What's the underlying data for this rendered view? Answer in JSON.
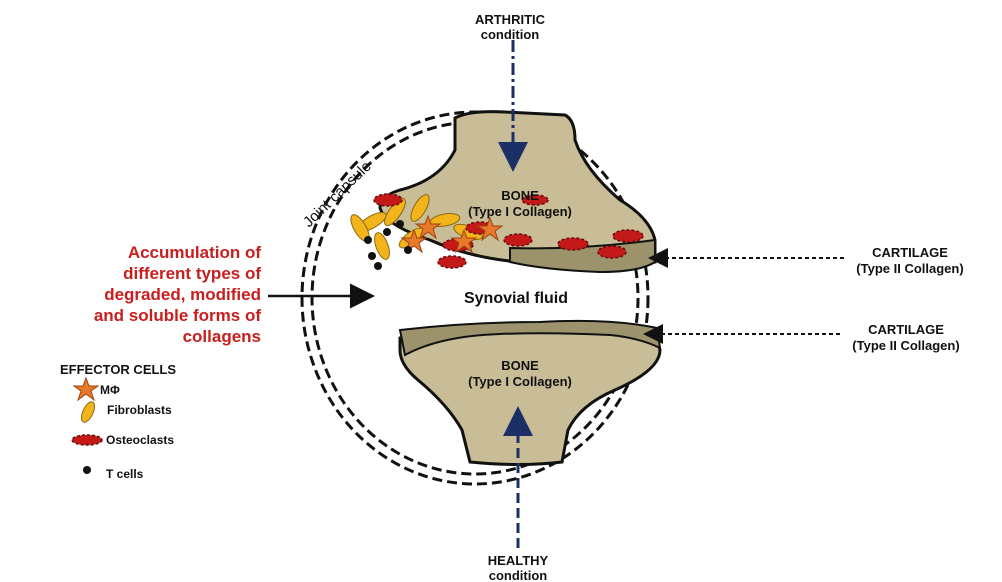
{
  "labels": {
    "arthritic_line1": "ARTHRITIC",
    "arthritic_line2": "condition",
    "healthy_line1": "HEALTHY",
    "healthy_line2": "condition",
    "joint_capsule": "Joint capsule",
    "bone_top_line1": "BONE",
    "bone_top_line2": "(Type I Collagen)",
    "bone_bottom_line1": "BONE",
    "bone_bottom_line2": "(Type I Collagen)",
    "synovial_fluid": "Synovial fluid",
    "cartilage_top_line1": "CARTILAGE",
    "cartilage_top_line2": "(Type II Collagen)",
    "cartilage_bottom_line1": "CARTILAGE",
    "cartilage_bottom_line2": "(Type II Collagen)"
  },
  "accumulation_text": [
    "Accumulation of",
    "different types of",
    "degraded, modified",
    "and  soluble forms of",
    "collagens"
  ],
  "legend": {
    "title": "EFFECTOR  CELLS",
    "items": [
      {
        "icon": "star-icon",
        "label": "MΦ"
      },
      {
        "icon": "fibroblast-icon",
        "label": "Fibroblasts"
      },
      {
        "icon": "osteoclast-icon",
        "label": "Osteoclasts"
      },
      {
        "icon": "dot-icon",
        "label": "T cells"
      }
    ]
  },
  "colors": {
    "bone": "#c9bd97",
    "cartilage": "#9c926c",
    "osteoclast": "#c41919",
    "fibroblast": "#f2b31b",
    "macrophage": "#e8782a",
    "accent_text": "#c81e1e",
    "arrow": "#1c2f66"
  }
}
